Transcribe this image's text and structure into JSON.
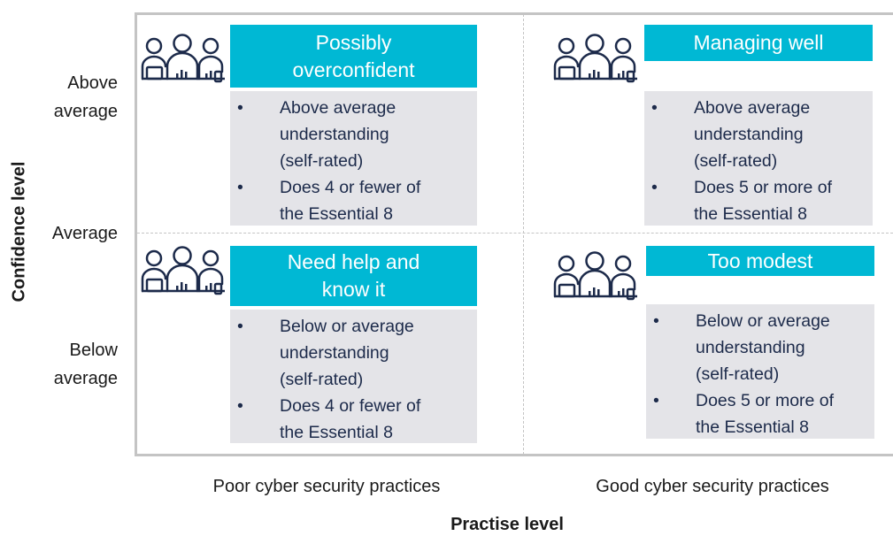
{
  "axes": {
    "y_title": "Confidence level",
    "y_ticks": {
      "above_1": "Above",
      "above_2": "average",
      "average": "Average",
      "below_1": "Below",
      "below_2": "average"
    },
    "x_title": "Practise level",
    "x_ticks": {
      "poor": "Poor cyber security practices",
      "good": "Good cyber security practices"
    }
  },
  "quadrants": {
    "top_left": {
      "title_line1": "Possibly",
      "title_line2": "overconfident",
      "bullet1_line1": "Above average",
      "bullet1_line2": "understanding",
      "bullet1_line3": "(self-rated)",
      "bullet2_line1": "Does 4 or fewer of",
      "bullet2_line2": "the Essential 8"
    },
    "top_right": {
      "title_line1": "Managing well",
      "bullet1_line1": "Above average",
      "bullet1_line2": "understanding",
      "bullet1_line3": "(self-rated)",
      "bullet2_line1": "Does 5 or more of",
      "bullet2_line2": "the Essential 8"
    },
    "bottom_left": {
      "title_line1": "Need help and",
      "title_line2": "know it",
      "bullet1_line1": "Below or average",
      "bullet1_line2": "understanding",
      "bullet1_line3": "(self-rated)",
      "bullet2_line1": "Does 4 or fewer of",
      "bullet2_line2": "the Essential 8"
    },
    "bottom_right": {
      "title_line1": "Too modest",
      "bullet1_line1": "Below or average",
      "bullet1_line2": "understanding",
      "bullet1_line3": "(self-rated)",
      "bullet2_line1": "Does 5 or more of",
      "bullet2_line2": "the Essential 8"
    }
  },
  "colors": {
    "header": "#00b8d4",
    "body": "#e4e4e8",
    "frame": "#c4c4c4",
    "body_text": "#1c2a4a"
  },
  "icons": {
    "group": "people-with-laptops-icon"
  }
}
